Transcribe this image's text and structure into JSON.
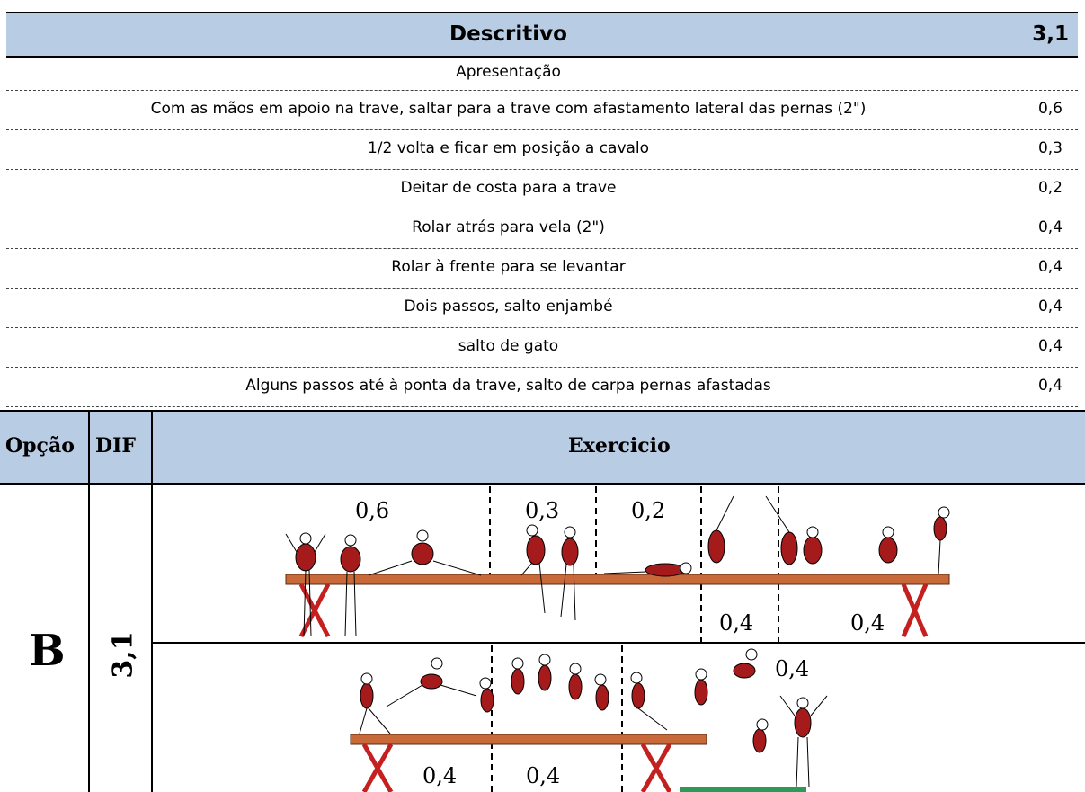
{
  "descritivo": {
    "title": "Descritivo",
    "total": "3,1",
    "rows": [
      {
        "text": "Apresentação",
        "value": ""
      },
      {
        "text": "Com as mãos em apoio na trave, saltar para a trave com afastamento lateral das pernas (2\")",
        "value": "0,6"
      },
      {
        "text": "1/2 volta e ficar em posição a cavalo",
        "value": "0,3"
      },
      {
        "text": "Deitar de costa para a trave",
        "value": "0,2"
      },
      {
        "text": "Rolar atrás para vela (2\")",
        "value": "0,4"
      },
      {
        "text": "Rolar à frente para se levantar",
        "value": "0,4"
      },
      {
        "text": "Dois passos, salto enjambé",
        "value": "0,4"
      },
      {
        "text": "salto de gato",
        "value": "0,4"
      },
      {
        "text": "Alguns passos até à ponta da trave, salto de carpa pernas afastadas",
        "value": "0,4"
      }
    ]
  },
  "exercicio_table": {
    "headers": {
      "opcao": "Opção",
      "dif": "DIF",
      "exercicio": "Exercicio"
    },
    "option": "B",
    "dif_value": "3,1",
    "segment_labels": {
      "top_1": "0,6",
      "top_2": "0,3",
      "top_3": "0,2",
      "top_4": "0,4",
      "top_5": "0,4",
      "bottom_1": "0,4",
      "bottom_2": "0,4",
      "bottom_3": "0,4"
    },
    "colors": {
      "header_bg": "#b8cce4",
      "beam": "#c8693a",
      "leotard": "#a51b1b",
      "mat": "#2e9a5a"
    }
  }
}
